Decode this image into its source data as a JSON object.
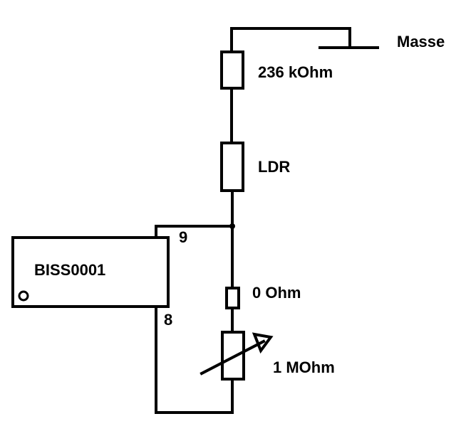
{
  "labels": {
    "ground": "Masse",
    "r1": "236 kOhm",
    "ldr": "LDR",
    "r2": "0 Ohm",
    "pot": "1 MOhm",
    "ic": "BISS0001",
    "pin9": "9",
    "pin8": "8"
  }
}
